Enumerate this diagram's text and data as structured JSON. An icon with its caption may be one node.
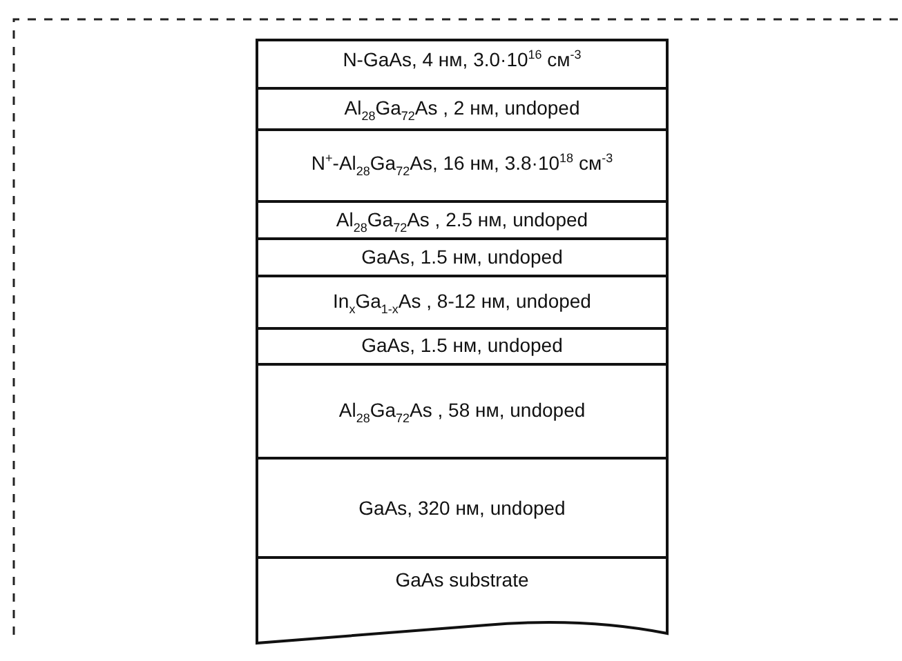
{
  "diagram": {
    "nodes": [
      {
        "text": [
          "N-GaAs, 4 нм, 3.0·10$^{16}$ см$^{-3}$"
        ]
      },
      {
        "text": [
          "Al$_{28}$Ga$_{72}$As , 2 нм, undoped"
        ]
      },
      {
        "text": [
          "N$^{+}$-Al$_{28}$Ga$_{72}$As, 16 нм, 3.8·10$^{18}$ см$^{-3}$"
        ]
      },
      {
        "text": [
          "Al$_{28}$Ga$_{72}$As , 2.5 нм, undoped"
        ]
      },
      {
        "text": [
          "GaAs, 1.5 нм, undoped"
        ]
      },
      {
        "text": [
          "In$_{x}$Ga$_{1-x}$As , 8-12 нм, undoped"
        ]
      },
      {
        "text": [
          "GaAs, 1.5 нм, undoped"
        ]
      },
      {
        "text": [
          "Al$_{28}$Ga$_{72}$As , 58 нм, undoped"
        ]
      },
      {
        "text": [
          "GaAs, 320 нм, undoped"
        ]
      },
      {
        "text": [
          "GaAs substrate"
        ]
      }
    ]
  }
}
